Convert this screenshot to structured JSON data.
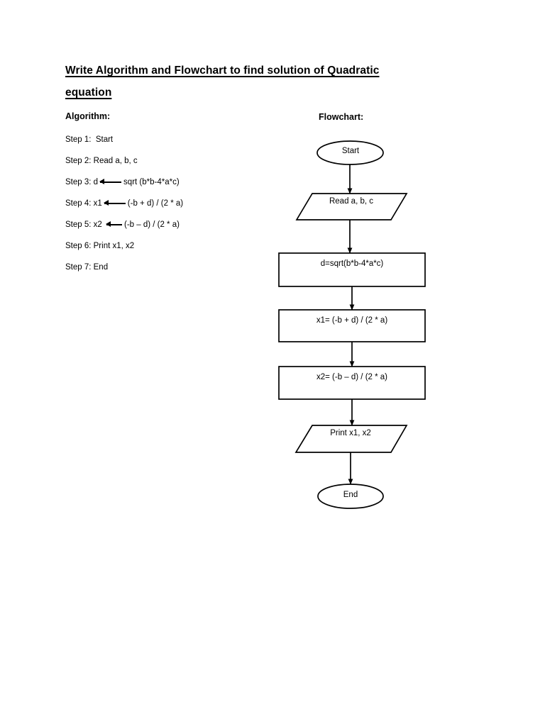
{
  "document": {
    "title_line1": "Write Algorithm and Flowchart to find solution of Quadratic",
    "title_line2": "equation",
    "background_color": "#ffffff",
    "text_color": "#000000",
    "stroke_color": "#000000"
  },
  "algorithm": {
    "heading": "Algorithm:",
    "steps": [
      {
        "label": "Step 1:  Start",
        "arrow": false,
        "tail": ""
      },
      {
        "label": "Step 2: Read a, b, c",
        "arrow": false,
        "tail": ""
      },
      {
        "label": "Step 3: d",
        "arrow": true,
        "arrow_width": 30,
        "tail": "sqrt (b*b-4*a*c)"
      },
      {
        "label": "Step 4: x1",
        "arrow": true,
        "arrow_width": 30,
        "tail": "(-b + d) / (2 * a)"
      },
      {
        "label": "Step 5: x2 ",
        "arrow": true,
        "arrow_width": 22,
        "tail": "(-b – d) / (2 * a)"
      },
      {
        "label": "Step 6: Print x1, x2",
        "arrow": false,
        "tail": ""
      },
      {
        "label": "Step 7: End",
        "arrow": false,
        "tail": ""
      }
    ]
  },
  "flowchart": {
    "heading": "Flowchart:",
    "nodes": [
      {
        "id": "start",
        "type": "terminator",
        "text": "Start"
      },
      {
        "id": "read",
        "type": "input-output",
        "text": "Read a, b, c"
      },
      {
        "id": "calc-d",
        "type": "process",
        "text": "d=sqrt(b*b-4*a*c)"
      },
      {
        "id": "calc-x1",
        "type": "process",
        "text": "x1= (-b + d) / (2 * a)"
      },
      {
        "id": "calc-x2",
        "type": "process",
        "text": "x2= (-b – d) / (2 * a)"
      },
      {
        "id": "print",
        "type": "input-output",
        "text": "Print x1, x2"
      },
      {
        "id": "end",
        "type": "terminator",
        "text": "End"
      }
    ],
    "connector_count": 6
  }
}
